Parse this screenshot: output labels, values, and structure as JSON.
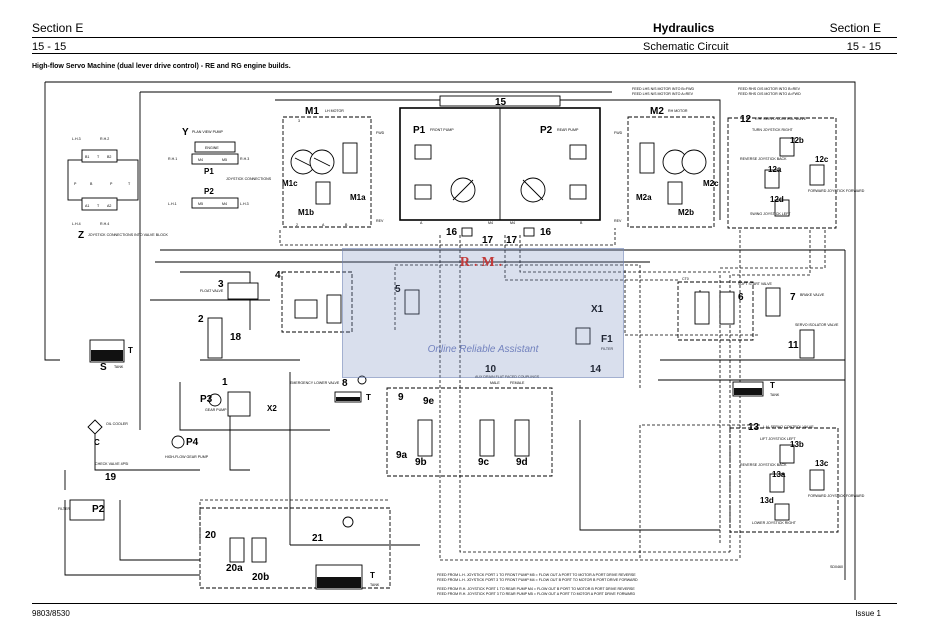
{
  "header": {
    "section_left": "Section E",
    "section_right": "Section E",
    "page_left": "15 - 15",
    "page_right": "15 - 15",
    "title": "Hydraulics",
    "subtitle": "Schematic Circuit"
  },
  "diagram_title": "High-flow Servo Machine (dual lever drive control) - RE and RG engine builds.",
  "footer": {
    "left": "9803/8530",
    "right": "Issue 1"
  },
  "drawing_ref": "SD0460",
  "watermark": {
    "mark": "R.M.",
    "text": "Online Reliable Assistant"
  },
  "notes_top": [
    "FEED LHS N/S MOTOR INTO B=FWD",
    "FEED LHS N/S MOTOR INTO A=REV"
  ],
  "notes_top_right": [
    "FEED RHS O/S MOTOR INTO B=REV",
    "FEED RHS O/S MOTOR INTO A=FWD"
  ],
  "notes_bottom": [
    "FEED FROM L.H. JOYSTICK PORT 1 TO FRONT PUMP M5 = FLOW OUT A PORT TO MOTOR A PORT DRIVE REVERSE",
    "FEED FROM L.H. JOYSTICK PORT 3 TO FRONT PUMP M4 = FLOW OUT B PORT TO MOTOR B PORT DRIVE FORWARD",
    "FEED FROM R.H. JOYSTICK PORT 1 TO REAR PUMP M4 = FLOW OUT B PORT TO MOTOR B PORT DRIVE REVERSE",
    "FEED FROM R.H. JOYSTICK PORT 3 TO REAR PUMP M5 = FLOW OUT A PORT TO MOTOR A PORT DRIVE FORWARD"
  ],
  "components": {
    "m1": "M1",
    "m1_name": "LH MOTOR",
    "m1a": "M1a",
    "m1b": "M1b",
    "m1c": "M1c",
    "m2": "M2",
    "m2_name": "RH MOTOR",
    "m2a": "M2a",
    "m2b": "M2b",
    "m2c": "M2c",
    "p1": "P1",
    "p1_name": "FRONT PUMP",
    "p2": "P2",
    "p2_name": "REAR PUMP",
    "c15": "15",
    "c16": "16",
    "c17": "17",
    "c18": "18",
    "c1": "1",
    "c2": "2",
    "c3": "3",
    "c3_name": "FLOAT VALVE",
    "c4": "4",
    "c5": "5",
    "c6": "6",
    "c6_name": "SOFT START VALVE",
    "c7": "7",
    "c7_name": "BRAKE VALVE",
    "c8": "8",
    "c8_name": "EMERGENCY LOWER VALVE",
    "c9": "9",
    "c9a": "9a",
    "c9b": "9b",
    "c9c": "9c",
    "c9d": "9d",
    "c9e": "9e",
    "c10": "10",
    "c10_name": "AUX DRAIN FLAT FACED COUPLINGS",
    "c10_male": "MALE",
    "c10_female": "FEMALE",
    "c11": "11",
    "c11_name": "SERVO ISOLATOR VALVE",
    "c12": "12",
    "c12_name": "R.H. SERVO CONTROL VALVE",
    "c12a": "12a",
    "c12a_name": "REVERSE JOYSTICK BACK",
    "c12b": "12b",
    "c12b_name": "TURN JOYSTICK RIGHT",
    "c12c": "12c",
    "c12c_name": "FORWARD JOYSTICK FORWARD",
    "c12d": "12d",
    "c12d_name": "SWING JOYSTICK LEFT",
    "c13": "13",
    "c13_name": "L.H. SERVO CONTROL VALVE",
    "c13a": "13a",
    "c13a_name": "REVERSE JOYSTICK BACK",
    "c13b": "13b",
    "c13b_name": "LIFT JOYSTICK LEFT",
    "c13c": "13c",
    "c13c_name": "FORWARD JOYSTICK FORWARD",
    "c13d": "13d",
    "c13d_name": "LOWER JOYSTICK RIGHT",
    "c14": "14",
    "c19": "19",
    "c19_name": "CHECK VALVE 4PSI",
    "c20": "20",
    "c20a": "20a",
    "c20b": "20b",
    "c21": "21",
    "x1": "X1",
    "x2": "X2",
    "f1": "F1",
    "f1_name": "FILTER",
    "p3": "P3",
    "p3_name": "GEAR PUMP",
    "p4": "P4",
    "p4_name": "HIGH-FLOW GEAR PUMP",
    "f2": "P2",
    "filter2_name": "FILTER",
    "s": "S",
    "s_name": "TANK",
    "t": "T",
    "tank": "TANK",
    "c": "C",
    "c_name": "OIL COOLER"
  },
  "plan_view": {
    "title": "PLAN VIEW PUMP",
    "y": "Y",
    "engine": "ENGINE",
    "rh1": "R.H.1",
    "rh3": "R.H.3",
    "lh1": "L.H.1",
    "lh3": "L.H.3",
    "m4": "M4",
    "m5": "M5",
    "p1": "P1",
    "p2": "P2",
    "note": "JOYSTICK CONNECTIONS"
  },
  "joystick": {
    "z": "Z",
    "caption": "JOYSTICK CONNECTIONS INTO VALVE BLOCK",
    "lh3": "L.H.3",
    "rh2": "R.H.2",
    "lh4": "L.H.4",
    "rh4": "R.H.4",
    "ports_top": [
      "B1",
      "T",
      "B2"
    ],
    "ports_mid": [
      "P",
      "B",
      "P",
      "T"
    ],
    "ports_bot": [
      "A1",
      "T",
      "A2"
    ]
  },
  "ports": {
    "a": "A",
    "b": "B",
    "m4": "M4",
    "m5": "M5",
    "t": "T",
    "p": "P",
    "bx": "BX",
    "fwd": "FWD",
    "rev": "REV",
    "p1": "P1",
    "t1": "T1",
    "one": "1",
    "two": "2",
    "three": "3",
    "four": "4",
    "cto": "CT0"
  }
}
